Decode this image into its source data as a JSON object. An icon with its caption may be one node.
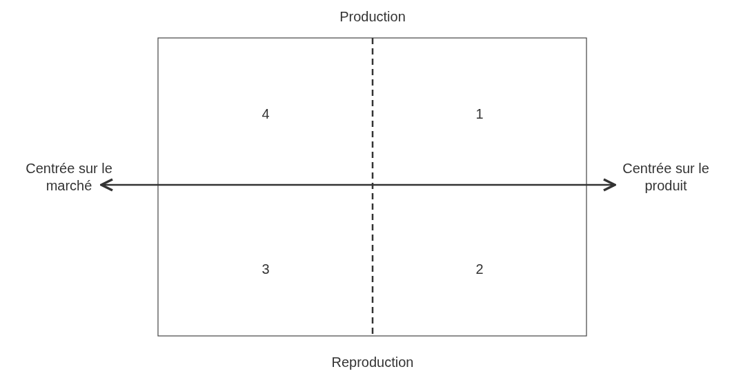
{
  "diagram": {
    "labels": [
      "Production",
      "4",
      "1",
      "Centrée sur le marché",
      "Centrée sur le produit",
      "3",
      "2",
      "Reproduction"
    ]
  }
}
